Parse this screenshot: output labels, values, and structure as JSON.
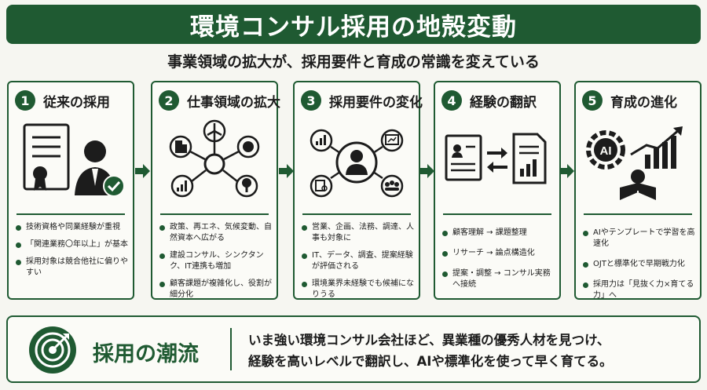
{
  "title": "環境コンサル採用の地殻変動",
  "subtitle": "事業領域の拡大が、採用要件と育成の常識を変えている",
  "colors": {
    "accent": "#1f5a32",
    "background": "#f6f6f1"
  },
  "steps": [
    {
      "num": "1",
      "title": "従来の採用",
      "icons": [
        "certificate-icon",
        "person-check-icon"
      ],
      "bullets": [
        "技術資格や同業経験が重視",
        "「関連業務〇年以上」が基本",
        "採用対象は競合他社に偏りやすい"
      ]
    },
    {
      "num": "2",
      "title": "仕事領域の拡大",
      "icons": [
        "network-icon",
        "wind-turbine-icon",
        "building-icon",
        "globe-icon",
        "chart-icon",
        "tree-icon"
      ],
      "bullets": [
        "政策、再エネ、気候変動、自然資本へ広がる",
        "建設コンサル、シンクタンク、IT連携も増加",
        "顧客課題が複雑化し、役割が細分化"
      ]
    },
    {
      "num": "3",
      "title": "採用要件の変化",
      "icons": [
        "person-icon",
        "chart-icon",
        "presentation-icon",
        "search-document-icon",
        "team-icon"
      ],
      "bullets": [
        "営業、企画、法務、調達、人事も対象に",
        "IT、データ、調査、提案経験が評価される",
        "環境業界未経験でも候補になりうる"
      ]
    },
    {
      "num": "4",
      "title": "経験の翻訳",
      "icons": [
        "resume-icon",
        "exchange-arrows-icon",
        "report-icon"
      ],
      "bullets": [
        "顧客理解 → 課題整理",
        "リサーチ → 論点構造化",
        "提案・調整 → コンサル実務へ接続"
      ]
    },
    {
      "num": "5",
      "title": "育成の進化",
      "icons": [
        "ai-gear-icon",
        "growth-chart-icon",
        "reading-person-icon"
      ],
      "bullets": [
        "AIやテンプレートで学習を高速化",
        "OJTと標準化で早期戦力化",
        "採用力は「見抜く力×育てる力」へ"
      ]
    }
  ],
  "bottom": {
    "icon": "target-icon",
    "label": "採用の潮流",
    "lines": [
      "いま強い環境コンサル会社ほど、異業種の優秀人材を見つけ、",
      "経験を高いレベルで翻訳し、AIや標準化を使って早く育てる。"
    ]
  },
  "ai_label": "AI"
}
